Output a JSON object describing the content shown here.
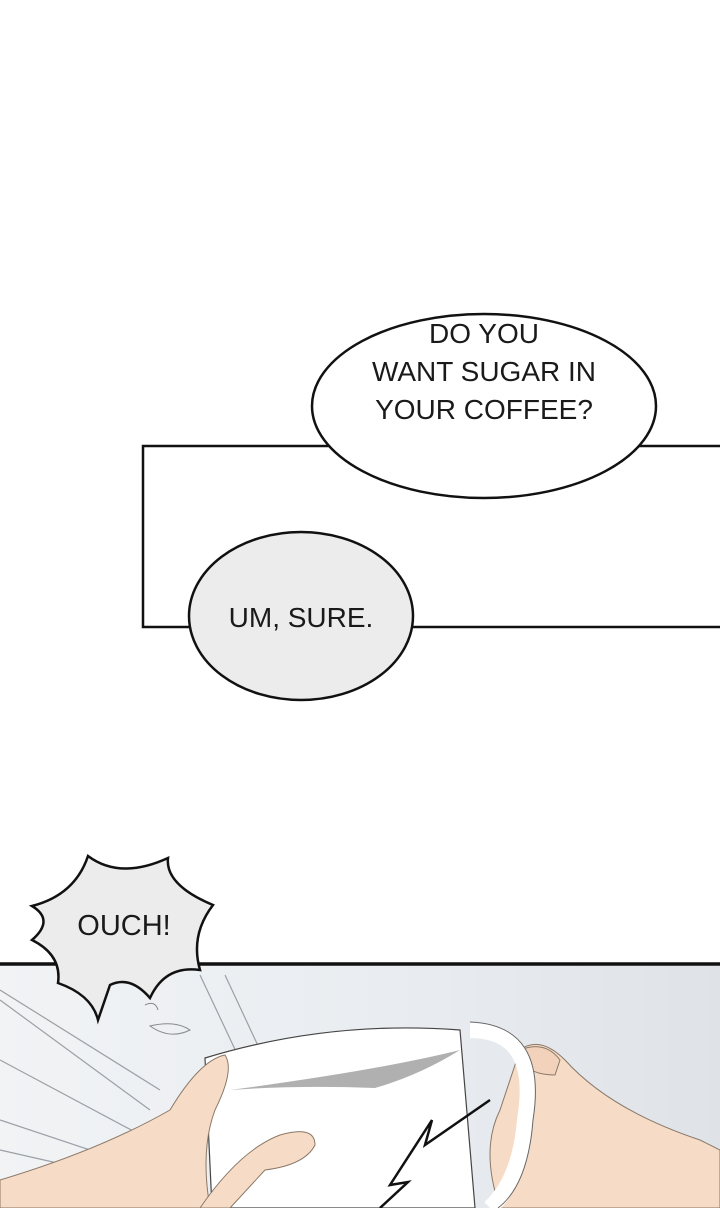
{
  "bubbles": {
    "sugar_question": {
      "lines": [
        "DO YOU",
        "WANT SUGAR IN",
        "YOUR COFFEE?"
      ]
    },
    "reply": {
      "text": "UM, SURE."
    },
    "ouch": {
      "text": "OUCH!"
    }
  },
  "colors": {
    "skin": "#f6dcc6",
    "reply_bubble": "#ececec",
    "panel_bg": "#e9edf1"
  }
}
